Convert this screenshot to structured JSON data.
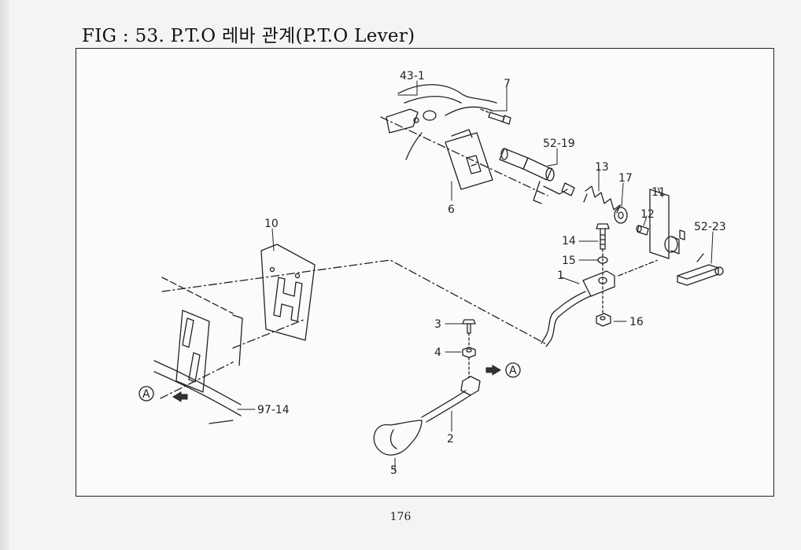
{
  "title": "FIG : 53. P.T.O 레바 관계(P.T.O Lever)",
  "page_number": "176",
  "callouts": {
    "c43_1": "43-1",
    "c7": "7",
    "c52_19": "52-19",
    "c13": "13",
    "c17": "17",
    "c11": "11",
    "c6": "6",
    "c12": "12",
    "c52_23": "52-23",
    "c10": "10",
    "c14": "14",
    "c15": "15",
    "c1": "1",
    "c16": "16",
    "c3": "3",
    "c4": "4",
    "c97_14": "97-14",
    "c2": "2",
    "c5": "5",
    "ref_a_left": "A",
    "ref_a_right": "A"
  }
}
